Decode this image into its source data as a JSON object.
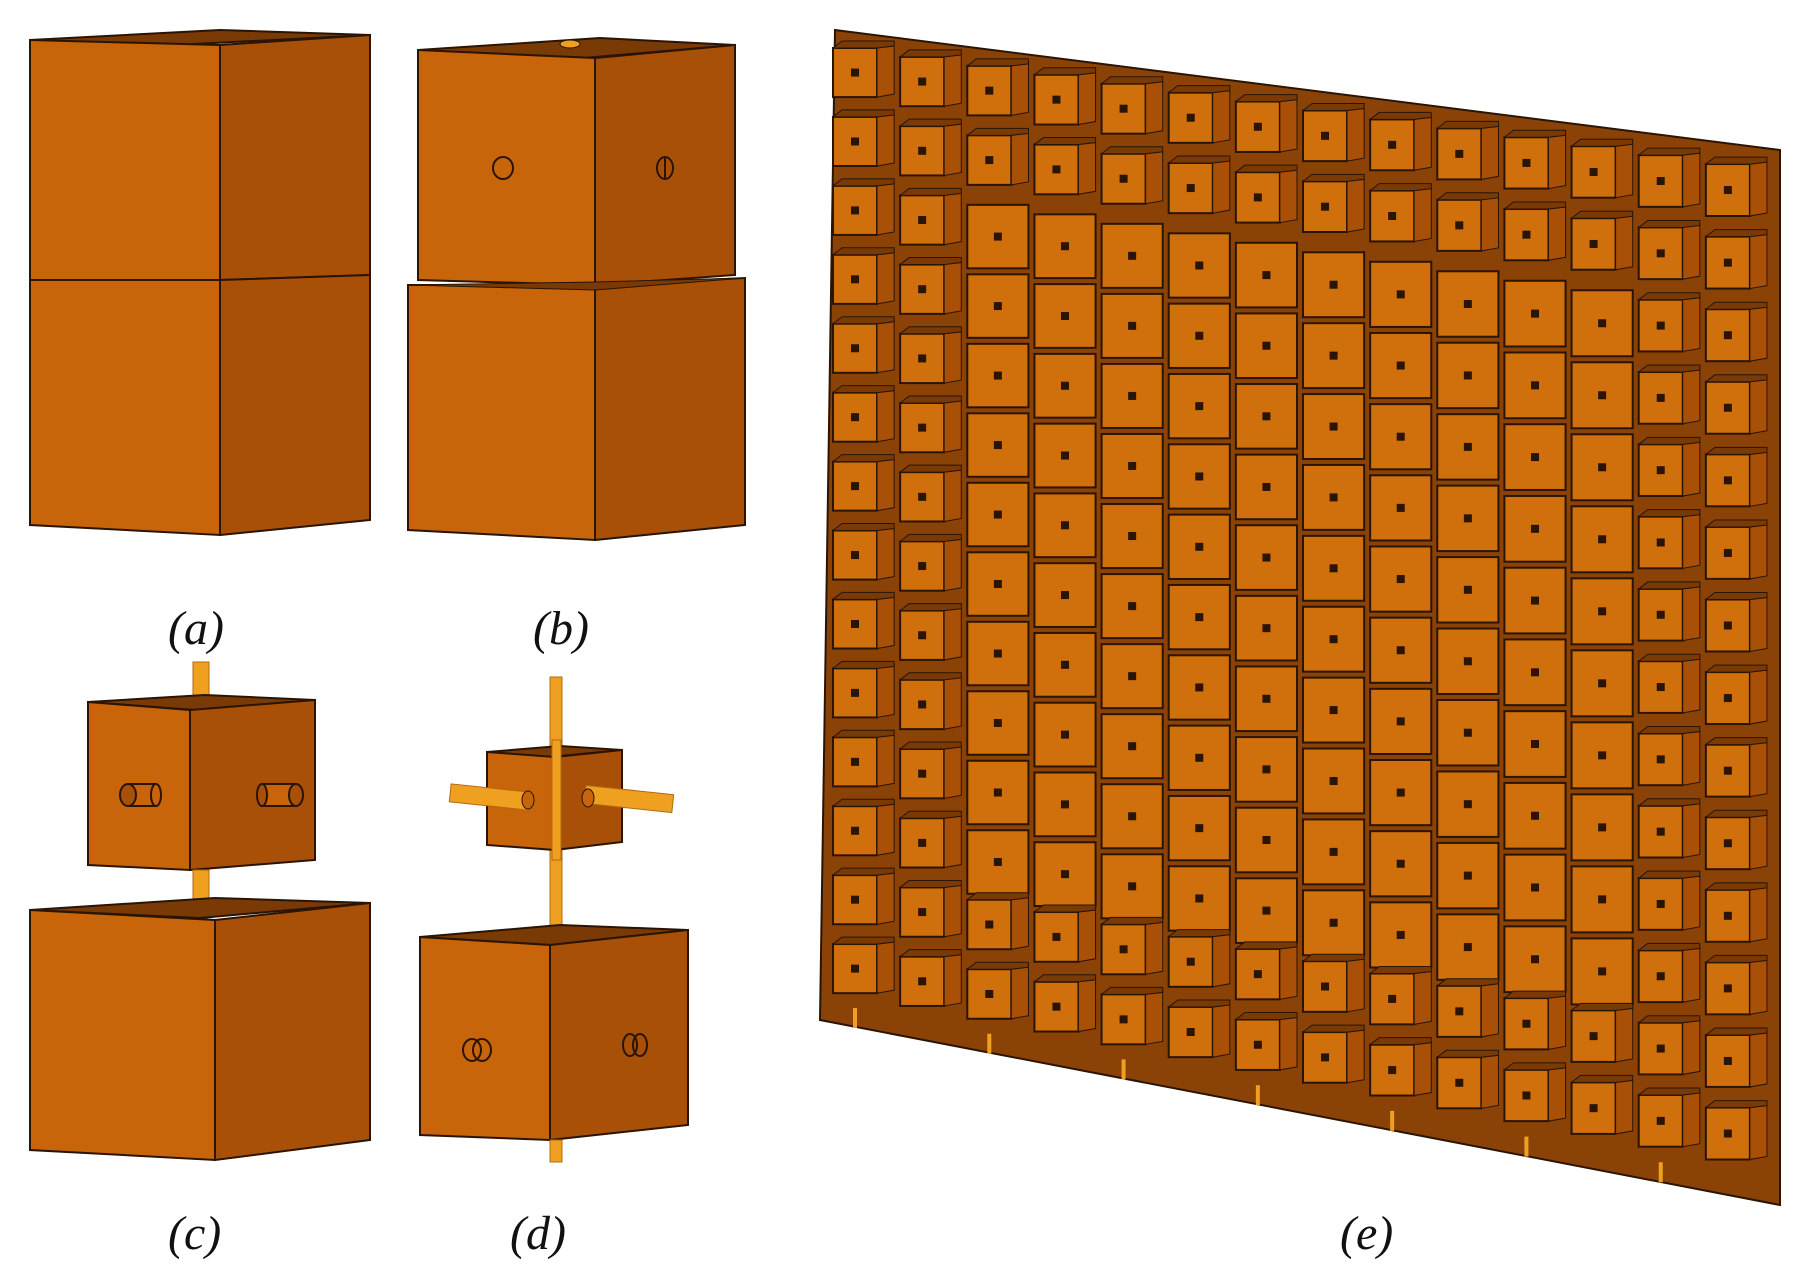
{
  "figure": {
    "captions": {
      "a": "(a)",
      "b": "(b)",
      "c": "(c)",
      "d": "(d)",
      "e": "(e)"
    }
  },
  "colors": {
    "front_face": "#c8640a",
    "side_face": "#a85008",
    "top_face": "#7a3a06",
    "edge": "#2a1404",
    "pin": "#f0a020",
    "pin_dark": "#b06a10",
    "array_cell": "#d0700c"
  },
  "icons": {
    "cube": "cube-icon",
    "pin": "connector-pin-icon"
  }
}
